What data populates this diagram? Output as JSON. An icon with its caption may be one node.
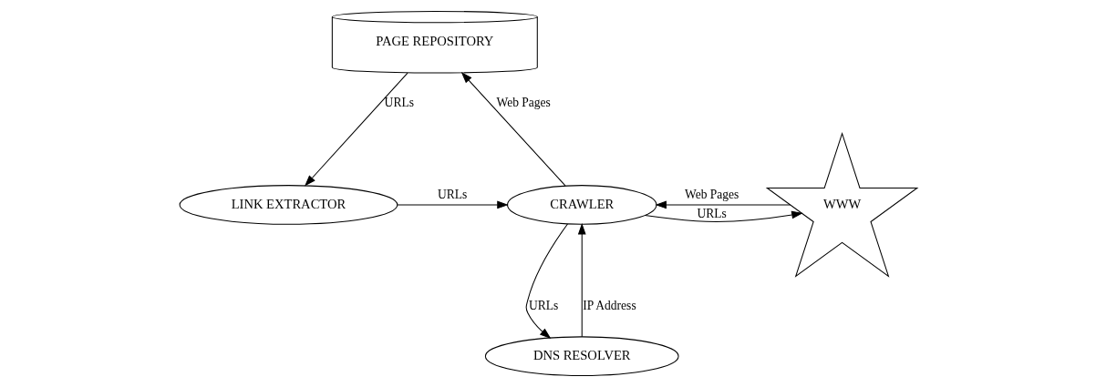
{
  "diagram": {
    "nodes": [
      {
        "text": [
          "PAGE REPOSITORY"
        ]
      },
      {
        "text": [
          "LINK EXTRACTOR"
        ]
      },
      {
        "text": [
          "CRAWLER"
        ]
      },
      {
        "text": [
          "WWW"
        ]
      },
      {
        "text": [
          "DNS RESOLVER"
        ]
      }
    ],
    "edges": [
      {
        "from": 0,
        "to": 1,
        "arrow": "to",
        "label": "URLs"
      },
      {
        "from": 1,
        "to": 2,
        "arrow": "to",
        "label": "URLs"
      },
      {
        "from": 2,
        "to": 0,
        "arrow": "to",
        "label": "Web Pages"
      },
      {
        "from": 2,
        "to": 3,
        "arrow": "to",
        "label": "URLs"
      },
      {
        "from": 3,
        "to": 2,
        "arrow": "to",
        "label": "Web Pages"
      },
      {
        "from": 2,
        "to": 4,
        "arrow": "to",
        "label": "URLs"
      },
      {
        "from": 4,
        "to": 2,
        "arrow": "to",
        "label": "IP Address"
      }
    ]
  }
}
